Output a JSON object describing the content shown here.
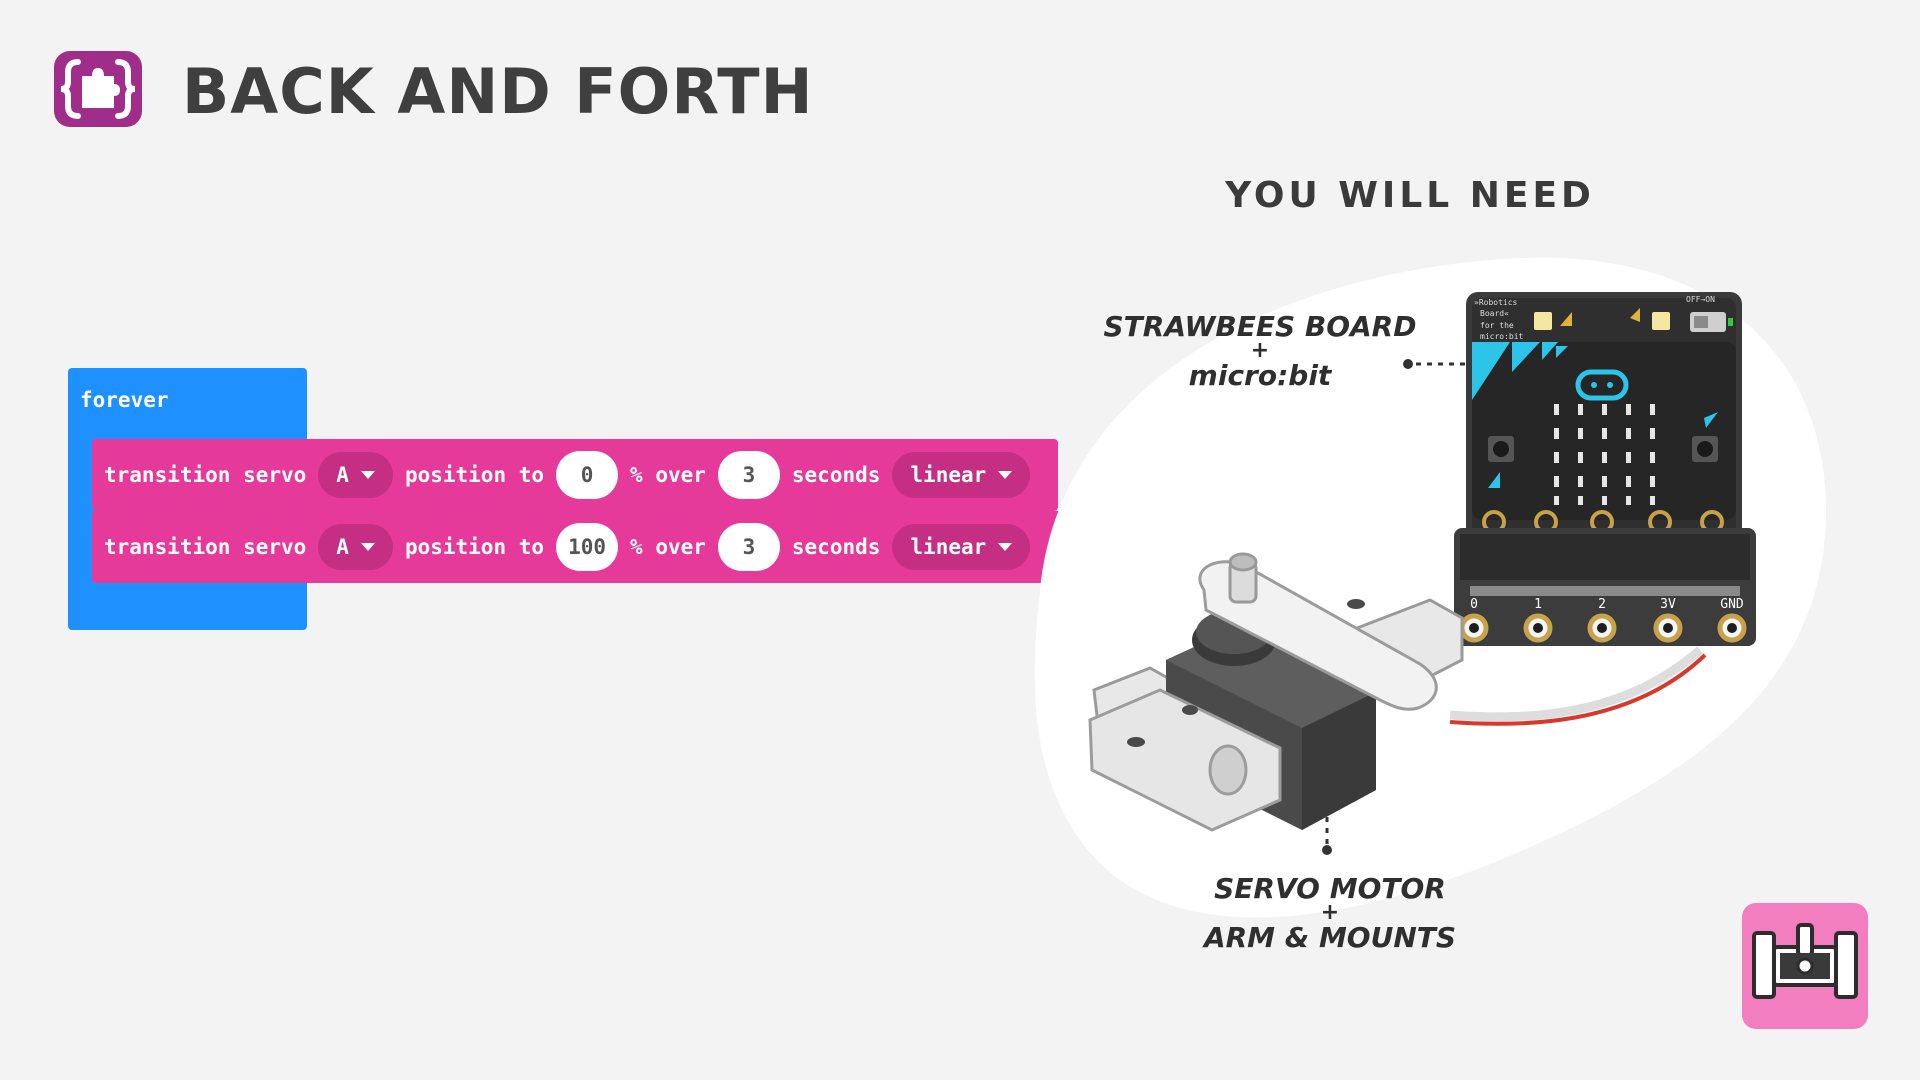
{
  "page": {
    "title": "BACK AND FORTH"
  },
  "code": {
    "forever_label": "forever",
    "rows": [
      {
        "transition": "transition servo",
        "servo": "A",
        "position_to": "position to",
        "position_value": "0",
        "percent_over": "% over",
        "seconds_value": "3",
        "seconds": "seconds",
        "easing": "linear"
      },
      {
        "transition": "transition servo",
        "servo": "A",
        "position_to": "position to",
        "position_value": "100",
        "percent_over": "% over",
        "seconds_value": "3",
        "seconds": "seconds",
        "easing": "linear"
      }
    ]
  },
  "you_will_need": {
    "title": "YOU WILL NEED",
    "board_label_line1": "STRAWBEES BOARD",
    "board_label_plus": "+",
    "board_label_line2": "micro:bit",
    "servo_label_line1": "SERVO MOTOR",
    "servo_label_plus": "+",
    "servo_label_line2": "ARM & MOUNTS"
  },
  "board": {
    "silkscreen_line1": "»Robotics",
    "silkscreen_line2": "Board«",
    "silkscreen_line3": "for the",
    "silkscreen_line4": "micro:bit",
    "switch_label": "OFF→ON",
    "pins": [
      "0",
      "1",
      "2",
      "3V",
      "GND"
    ]
  },
  "colors": {
    "background": "#f3f3f3",
    "forever_blue": "#1e90ff",
    "servo_pink": "#e63a9b",
    "dropdown_pink": "#c42f83",
    "title_gray": "#3f3f3f",
    "icon_purple": "#a12d8a",
    "corner_icon_pink": "#f27ec0"
  },
  "icons": {
    "header": "puzzle-brackets-icon",
    "corner": "servo-robot-icon"
  }
}
